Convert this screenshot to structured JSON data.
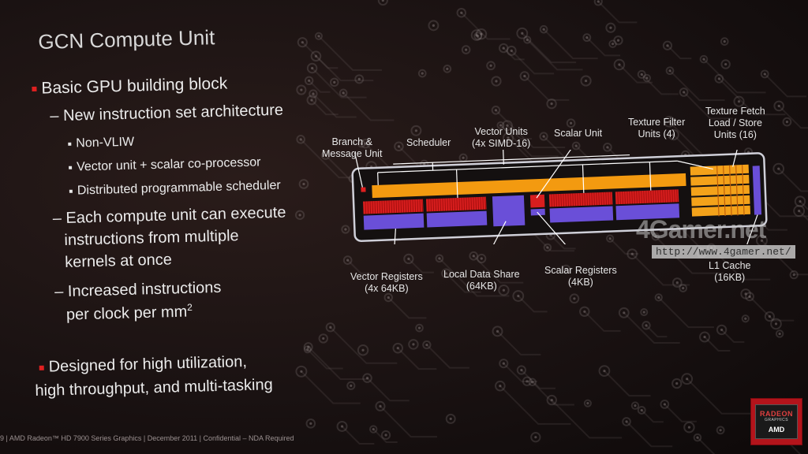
{
  "slide": {
    "title": "GCN Compute Unit"
  },
  "bullets": {
    "b1": "Basic GPU building block",
    "b1_1": "– New instruction set architecture",
    "b1_1_1": "Non-VLIW",
    "b1_1_2": "Vector unit + scalar co-processor",
    "b1_1_3": "Distributed programmable scheduler",
    "b1_2_line1": "– Each compute unit can execute",
    "b1_2_line2": "instructions from multiple",
    "b1_2_line3": "kernels at once",
    "b1_3_line1": "– Increased instructions",
    "b1_3_line2": "per clock per mm",
    "b1_3_sup": "2",
    "b2_line1": "Designed for high utilization,",
    "b2_line2": "high throughput, and multi-tasking"
  },
  "diagram": {
    "labels": {
      "branch": [
        "Branch &",
        "Message Unit"
      ],
      "scheduler": "Scheduler",
      "vector_units": [
        "Vector Units",
        "(4x SIMD-16)"
      ],
      "scalar_unit": "Scalar Unit",
      "texture_filter": [
        "Texture Filter",
        "Units (4)"
      ],
      "texture_fetch": [
        "Texture Fetch",
        "Load / Store",
        "Units (16)"
      ],
      "vector_registers": [
        "Vector Registers",
        "(4x 64KB)"
      ],
      "local_data_share": [
        "Local Data Share",
        "(64KB)"
      ],
      "scalar_registers": [
        "Scalar Registers",
        "(4KB)"
      ],
      "l1_cache": [
        "L1 Cache",
        "(16KB)"
      ]
    },
    "colors": {
      "scheduler_bar": "#f39a10",
      "simd": "#d81e1e",
      "registers": "#6a4fd8",
      "texture": "#f4a21a",
      "branch": "#e02020"
    }
  },
  "watermark": {
    "logo": "4Gamer.net",
    "url": "http://www.4gamer.net/"
  },
  "footer": "9 | AMD Radeon™ HD 7900 Series Graphics | December 2011 | Confidential – NDA Required",
  "badge": {
    "brand": "RADEON",
    "sub": "GRAPHICS",
    "maker": "AMD"
  }
}
